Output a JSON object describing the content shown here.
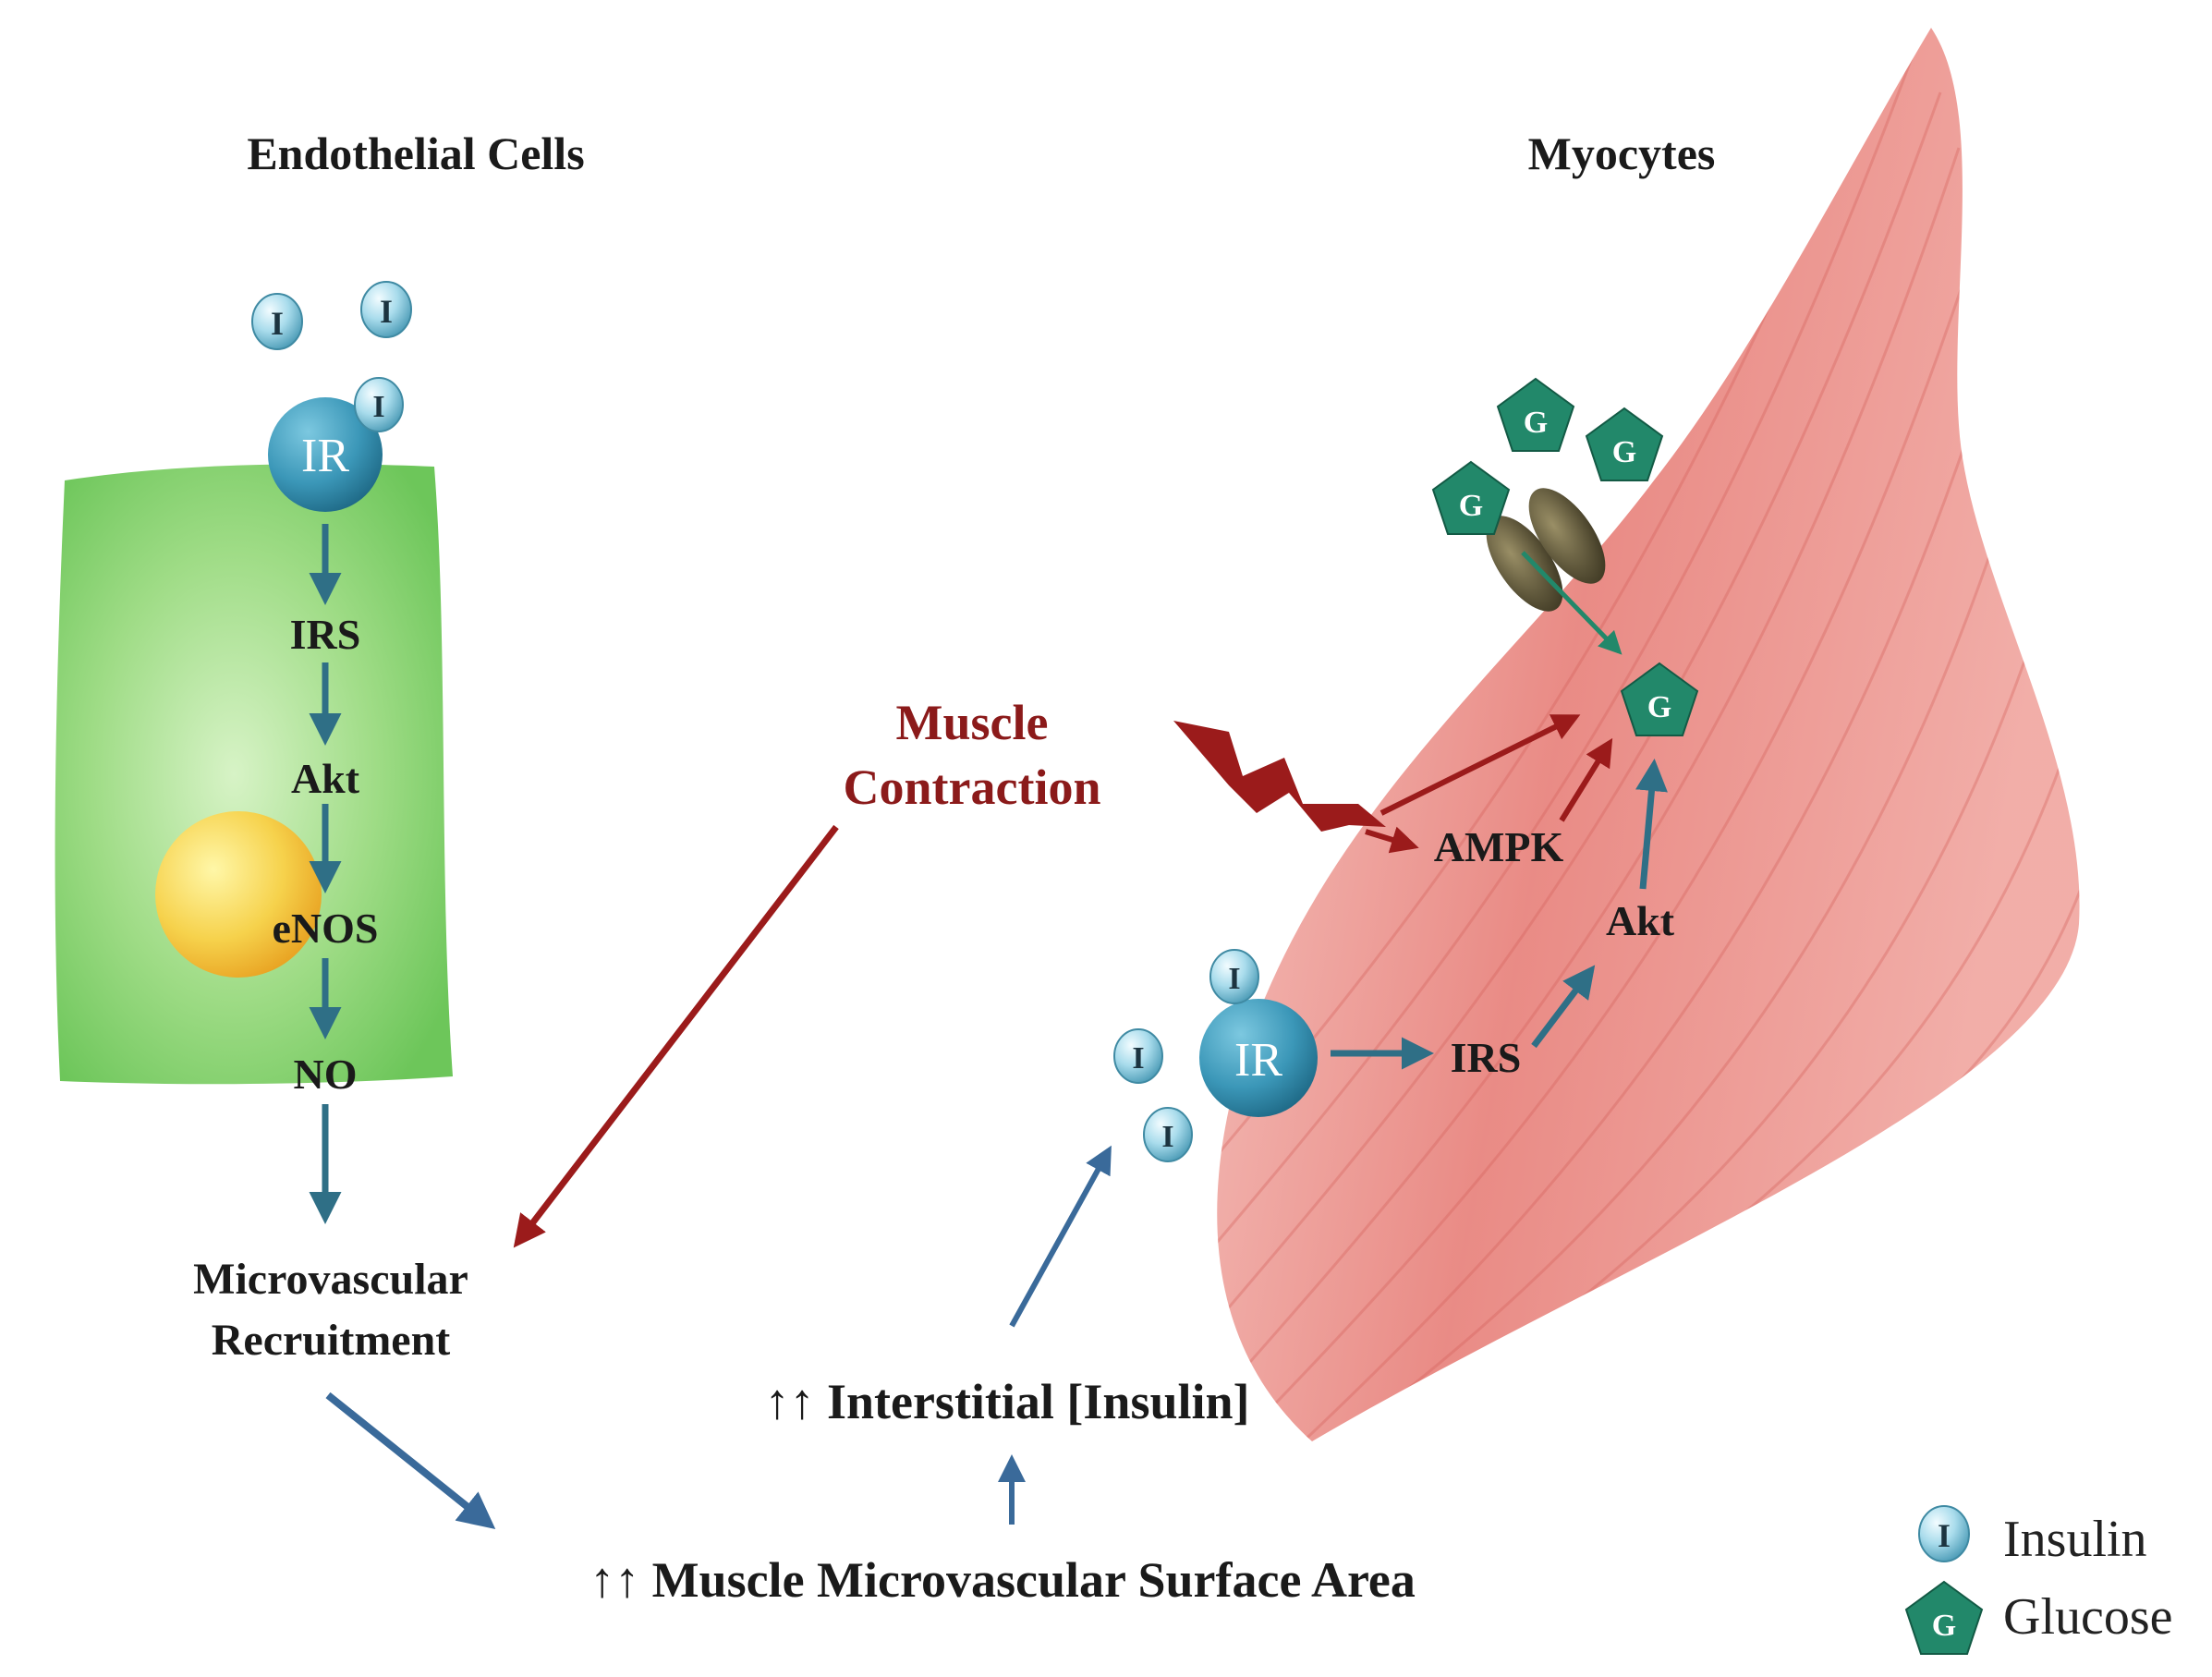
{
  "colors": {
    "endothelial_fill": "#86d474",
    "muscle": "#e98a84",
    "pathway_teal": "#2f6f86",
    "pathway_blue": "#3a6a9a",
    "contraction_red": "#9b1b1b",
    "glucose_green": "#22886a",
    "insulin_bead": "#9fd6e6",
    "receptor": "#3d9bbb",
    "nucleus": "#f4c23a",
    "transporter": "#5a5236"
  },
  "headers": {
    "endothelial": "Endothelial Cells",
    "myocytes": "Myocytes"
  },
  "endothelial_pathway": {
    "receptor": "IR",
    "irs": "IRS",
    "akt": "Akt",
    "enos": "eNOS",
    "no": "NO"
  },
  "recruitment": [
    "Microvascular",
    "Recruitment"
  ],
  "contraction": [
    "Muscle",
    "Contraction"
  ],
  "muscle_pathway": {
    "ampk": "AMPK",
    "akt": "Akt",
    "irs": "IRS",
    "receptor": "IR"
  },
  "bottom": {
    "interstitial": "↑↑ Interstitial [Insulin]",
    "surface_area": "↑↑ Muscle Microvascular Surface Area"
  },
  "symbols": {
    "insulin": "I",
    "glucose": "G"
  },
  "legend": {
    "insulin": "Insulin",
    "glucose": "Glucose"
  },
  "icons": [
    "insulin-bead-icon",
    "insulin-receptor-icon",
    "glucose-pentagon-icon",
    "glut4-transporter-icon",
    "lightning-bolt-icon",
    "nucleus-icon"
  ]
}
